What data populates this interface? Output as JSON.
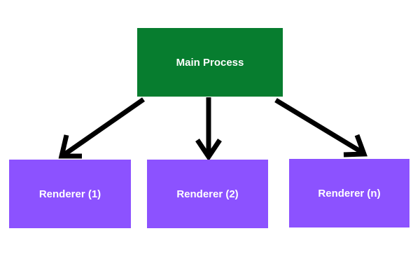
{
  "diagram": {
    "colors": {
      "main_node": "#077d2f",
      "renderer_node": "#8c52ff",
      "arrow": "#000000",
      "text": "#ffffff"
    },
    "main": {
      "label": "Main Process"
    },
    "renderers": [
      {
        "label": "Renderer (1)"
      },
      {
        "label": "Renderer (2)"
      },
      {
        "label": "Renderer (n)"
      }
    ]
  }
}
